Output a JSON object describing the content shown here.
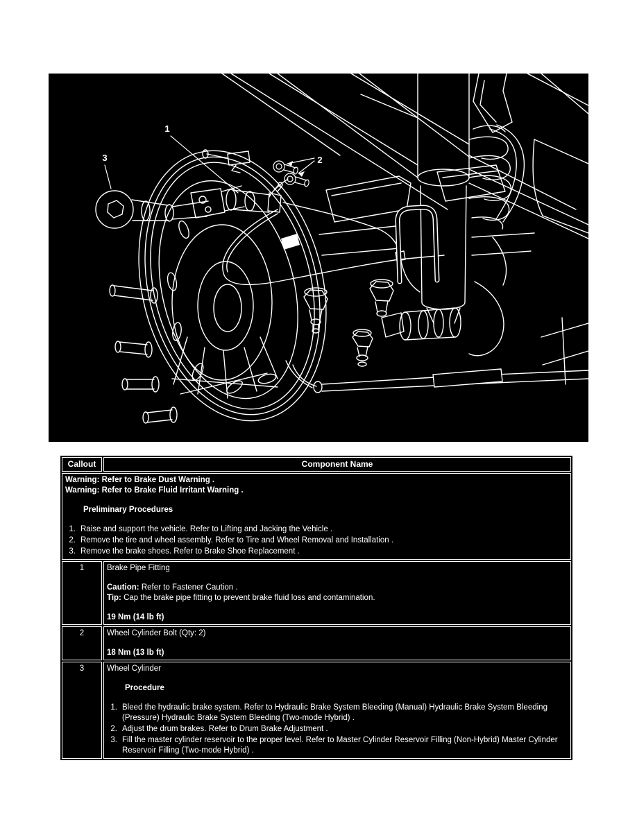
{
  "colors": {
    "page_background": "#ffffff",
    "panel_background": "#000000",
    "line_and_text": "#ffffff"
  },
  "figure": {
    "callouts": [
      {
        "label": "1"
      },
      {
        "label": "2"
      },
      {
        "label": "3"
      }
    ]
  },
  "table": {
    "header": {
      "callout_label": "Callout",
      "component_label": "Component Name"
    },
    "preamble": {
      "warnings": [
        "Warning: Refer to Brake Dust Warning .",
        "Warning: Refer to Brake Fluid Irritant Warning ."
      ],
      "heading": "Preliminary Procedures",
      "steps": [
        {
          "num": "1.",
          "text": "Raise and support the vehicle. Refer to Lifting and Jacking the Vehicle ."
        },
        {
          "num": "2.",
          "text": "Remove the tire and wheel assembly. Refer to Tire and Wheel Removal and Installation ."
        },
        {
          "num": "3.",
          "text": "Remove the brake shoes. Refer to Brake Shoe Replacement ."
        }
      ]
    },
    "rows": [
      {
        "callout": "1",
        "name": "Brake Pipe Fitting",
        "caution_label": "Caution:",
        "caution_text": "Refer to Fastener Caution .",
        "tip_label": "Tip:",
        "tip_text": "Cap the brake pipe fitting to prevent brake fluid loss and contamination.",
        "torque": "19 Nm (14 lb ft)"
      },
      {
        "callout": "2",
        "name": "Wheel Cylinder Bolt (Qty: 2)",
        "torque": "18 Nm (13 lb ft)"
      },
      {
        "callout": "3",
        "name": "Wheel Cylinder",
        "procedure_heading": "Procedure",
        "steps": [
          {
            "num": "1.",
            "text": "Bleed the hydraulic brake system. Refer to Hydraulic Brake System Bleeding (Manual) Hydraulic Brake System Bleeding (Pressure) Hydraulic Brake System Bleeding (Two-mode Hybrid) ."
          },
          {
            "num": "2.",
            "text": "Adjust the drum brakes. Refer to Drum Brake Adjustment ."
          },
          {
            "num": "3.",
            "text": "Fill the master cylinder reservoir to the proper level. Refer to Master Cylinder Reservoir Filling (Non-Hybrid) Master Cylinder Reservoir Filling (Two-mode Hybrid) ."
          }
        ]
      }
    ]
  }
}
